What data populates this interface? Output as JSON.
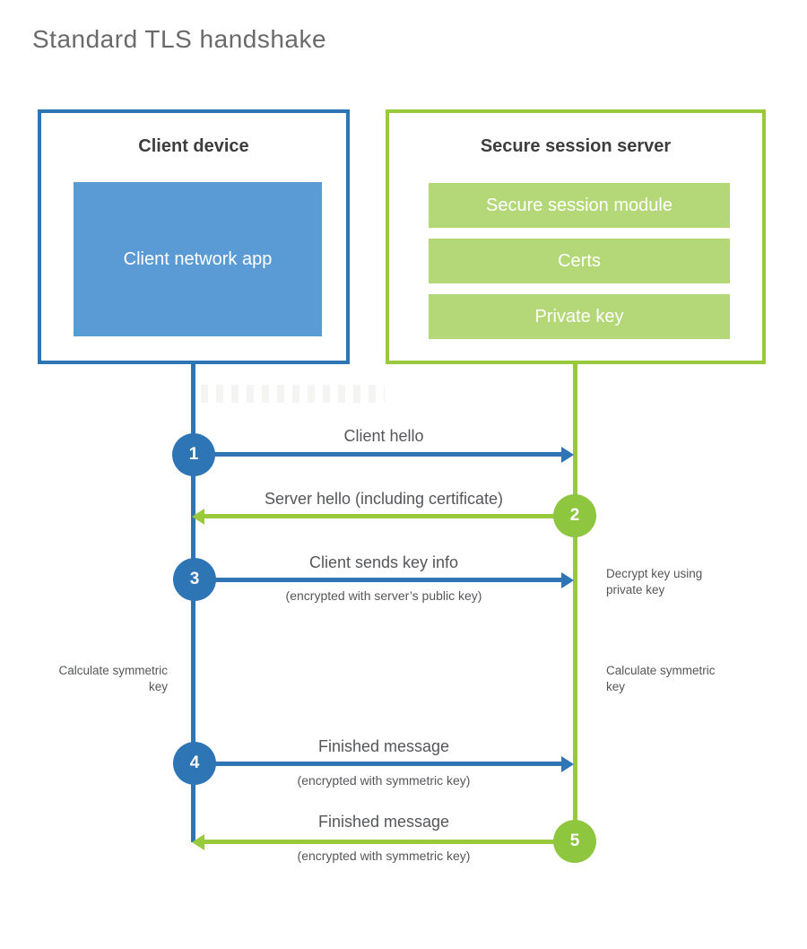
{
  "title": "Standard TLS handshake",
  "colors": {
    "blue": "#2e75b6",
    "blue_fill": "#5b9bd5",
    "green": "#98ca3c",
    "green_circle": "#8ec63f",
    "green_fill": "#b4d878",
    "label_gray": "#55565a",
    "header_dark": "#3d3d3d",
    "title_gray": "#6a6a6a"
  },
  "client": {
    "header": "Client device",
    "app_label": "Client network app"
  },
  "server": {
    "header": "Secure session server",
    "modules": [
      "Secure session module",
      "Certs",
      "Private key"
    ]
  },
  "steps": [
    {
      "num": "1",
      "label": "Client hello",
      "sublabel": "",
      "direction": "right",
      "color": "blue"
    },
    {
      "num": "2",
      "label": "Server hello (including certificate)",
      "sublabel": "",
      "direction": "left",
      "color": "green"
    },
    {
      "num": "3",
      "label": "Client sends key info",
      "sublabel": "(encrypted with server’s public key)",
      "direction": "right",
      "color": "blue"
    },
    {
      "num": "4",
      "label": "Finished message",
      "sublabel": "(encrypted with symmetric key)",
      "direction": "right",
      "color": "blue"
    },
    {
      "num": "5",
      "label": "Finished message",
      "sublabel": "(encrypted with symmetric key)",
      "direction": "left",
      "color": "green"
    }
  ],
  "notes": {
    "decrypt": "Decrypt key using private key",
    "calc_left": "Calculate symmetric key",
    "calc_right": "Calculate symmetric key"
  }
}
